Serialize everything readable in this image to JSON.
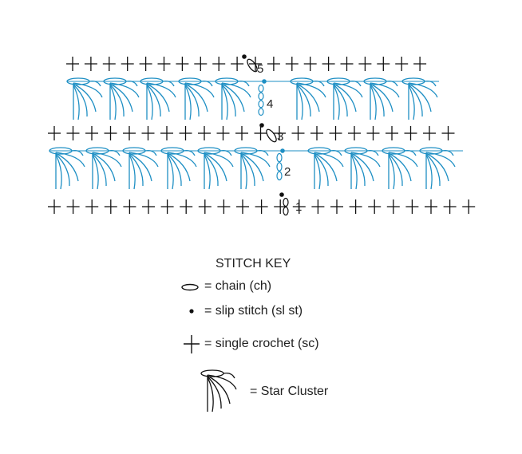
{
  "row_numbers": [
    "1",
    "2",
    "3",
    "4",
    "5"
  ],
  "key": {
    "title": "STITCH KEY",
    "chain": "= chain (ch)",
    "slip_stitch": "= slip stitch (sl st)",
    "single_crochet": "= single crochet (sc)",
    "star_cluster": "= Star Cluster"
  },
  "colors": {
    "stitch_black": "#111111",
    "star_cluster_blue": "#1e8fc4"
  },
  "icons": [
    "chain-icon",
    "slip-stitch-icon",
    "single-crochet-icon",
    "star-cluster-icon"
  ]
}
